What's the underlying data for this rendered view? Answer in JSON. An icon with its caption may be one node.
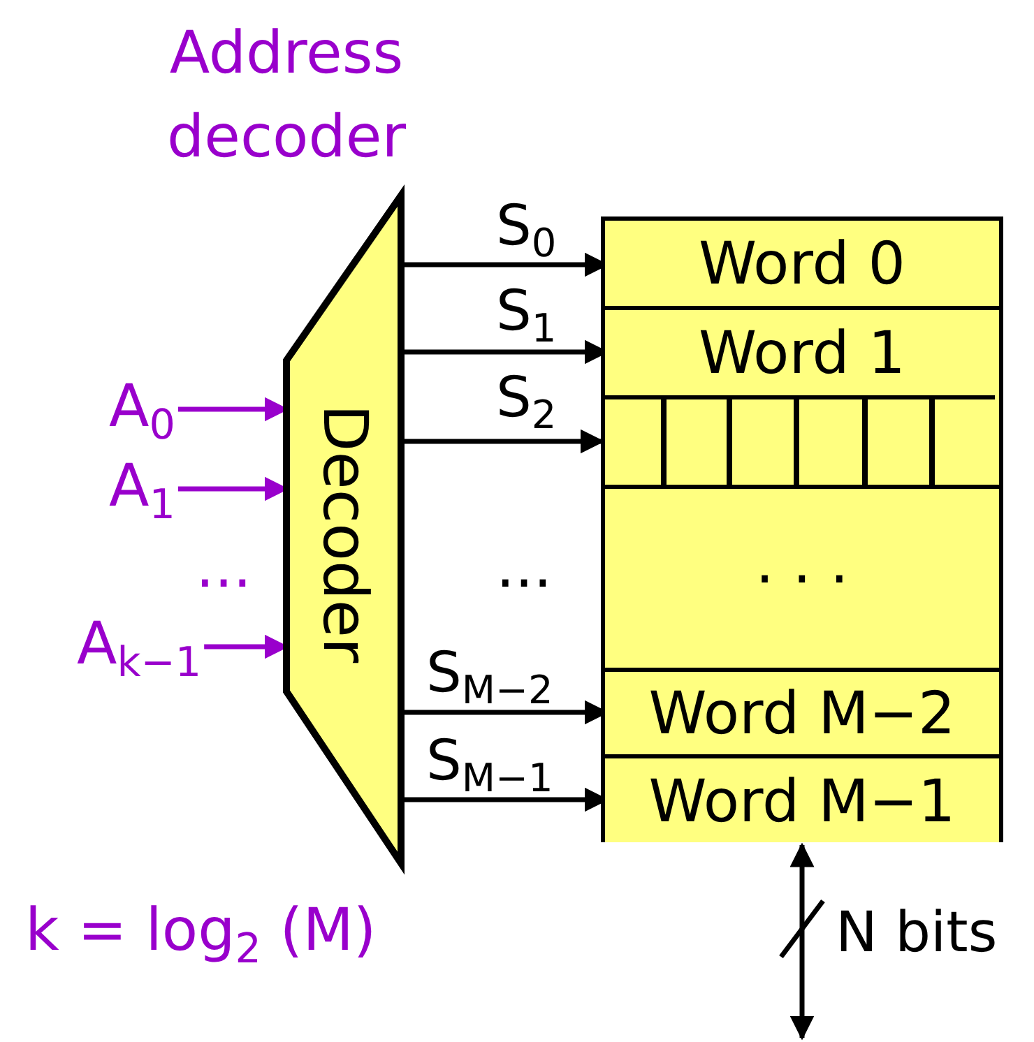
{
  "diagram": {
    "nodes": [
      {
        "text": [
          "Address decoder",
          "Decoder"
        ]
      },
      {
        "text": [
          "A$_{0}$"
        ]
      },
      {
        "text": [
          "A$_{1}$"
        ]
      },
      {
        "text": [
          "A$_{k−1}$"
        ]
      },
      {
        "text": [],
        "shape": "box"
      },
      {
        "text": [
          "Word 0"
        ],
        "in": 4
      },
      {
        "text": [
          "Word 1"
        ],
        "in": 4
      },
      {
        "text": [],
        "shape": "bar",
        "in": 4
      },
      {
        "text": [
          "· · ·"
        ],
        "in": 4
      },
      {
        "text": [
          "Word M−2"
        ],
        "in": 4
      },
      {
        "text": [
          "Word M−1"
        ],
        "in": 4
      }
    ],
    "edges": [
      {
        "from": 1,
        "to": 0,
        "arrow": "to",
        "color": "#9900cc"
      },
      {
        "from": 2,
        "to": 0,
        "arrow": "to",
        "color": "#9900cc"
      },
      {
        "from": 3,
        "to": 0,
        "arrow": "to",
        "color": "#9900cc"
      },
      {
        "from": 0,
        "to": 5,
        "arrow": "to",
        "label": "S$_{0}$"
      },
      {
        "from": 0,
        "to": 6,
        "arrow": "to",
        "label": "S$_{1}$"
      },
      {
        "from": 0,
        "to": 7,
        "arrow": "to",
        "label": "S$_{2}$"
      },
      {
        "from": 0,
        "to": 9,
        "arrow": "to",
        "label": "S$_{M−2}$"
      },
      {
        "from": 0,
        "to": 10,
        "arrow": "to",
        "label": "S$_{M−1}$"
      },
      {
        "from": 4,
        "to": null,
        "arrow": "both",
        "label": "N bits"
      }
    ],
    "labels": [
      "...",
      "...",
      "k = log$_{2}$ (M)"
    ]
  }
}
